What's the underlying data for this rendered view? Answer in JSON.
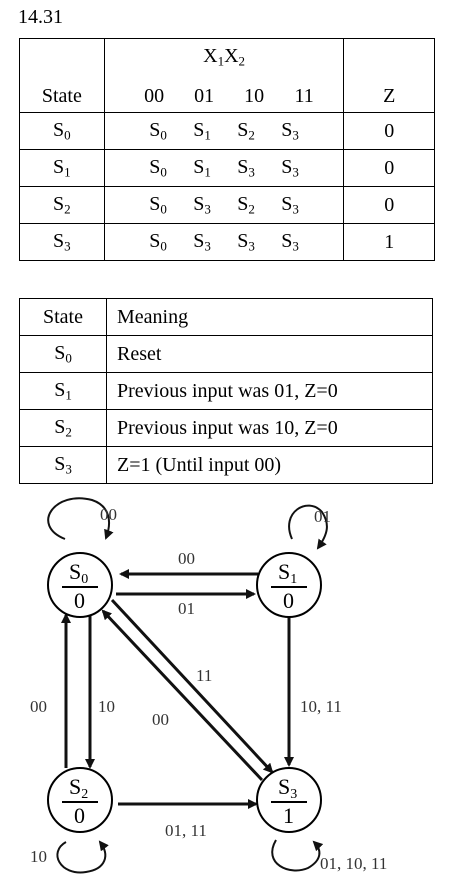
{
  "problem_number": "14.31",
  "state_table": {
    "header": {
      "state": "State",
      "inputs_var1": "X",
      "inputs_sub1": "1",
      "inputs_var2": "X",
      "inputs_sub2": "2",
      "combos": [
        "00",
        "01",
        "10",
        "11"
      ],
      "output": "Z"
    },
    "rows": [
      {
        "state": "S",
        "state_sub": "0",
        "next": [
          [
            "S",
            "0"
          ],
          [
            "S",
            "1"
          ],
          [
            "S",
            "2"
          ],
          [
            "S",
            "3"
          ]
        ],
        "z": "0"
      },
      {
        "state": "S",
        "state_sub": "1",
        "next": [
          [
            "S",
            "0"
          ],
          [
            "S",
            "1"
          ],
          [
            "S",
            "3"
          ],
          [
            "S",
            "3"
          ]
        ],
        "z": "0"
      },
      {
        "state": "S",
        "state_sub": "2",
        "next": [
          [
            "S",
            "0"
          ],
          [
            "S",
            "3"
          ],
          [
            "S",
            "2"
          ],
          [
            "S",
            "3"
          ]
        ],
        "z": "0"
      },
      {
        "state": "S",
        "state_sub": "3",
        "next": [
          [
            "S",
            "0"
          ],
          [
            "S",
            "3"
          ],
          [
            "S",
            "3"
          ],
          [
            "S",
            "3"
          ]
        ],
        "z": "1"
      }
    ]
  },
  "meaning_table": {
    "header": {
      "state": "State",
      "meaning": "Meaning"
    },
    "rows": [
      {
        "state": "S",
        "state_sub": "0",
        "meaning": "Reset"
      },
      {
        "state": "S",
        "state_sub": "1",
        "meaning": "Previous input was 01, Z=0"
      },
      {
        "state": "S",
        "state_sub": "2",
        "meaning": "Previous input was 10, Z=0"
      },
      {
        "state": "S",
        "state_sub": "3",
        "meaning": "Z=1 (Until input 00)"
      }
    ]
  },
  "diagram": {
    "nodes": [
      {
        "id": "S0",
        "letter": "S",
        "sub": "0",
        "output": "0"
      },
      {
        "id": "S1",
        "letter": "S",
        "sub": "1",
        "output": "0"
      },
      {
        "id": "S2",
        "letter": "S",
        "sub": "2",
        "output": "0"
      },
      {
        "id": "S3",
        "letter": "S",
        "sub": "3",
        "output": "1"
      }
    ],
    "edges": [
      {
        "id": "s0-loop",
        "label": "00"
      },
      {
        "id": "s1-loop",
        "label": "01"
      },
      {
        "id": "s1-to-s0",
        "label": "00"
      },
      {
        "id": "s0-to-s1",
        "label": "01"
      },
      {
        "id": "s0-to-s2",
        "label": "10"
      },
      {
        "id": "s2-to-s0",
        "label": "00"
      },
      {
        "id": "s0-to-s3",
        "label": "11"
      },
      {
        "id": "s3-to-s0",
        "label": "00"
      },
      {
        "id": "s1-to-s3",
        "label": "10, 11"
      },
      {
        "id": "s2-to-s3",
        "label": "01, 11"
      },
      {
        "id": "s2-loop",
        "label": "10"
      },
      {
        "id": "s3-loop",
        "label": "01, 10, 11"
      }
    ]
  }
}
